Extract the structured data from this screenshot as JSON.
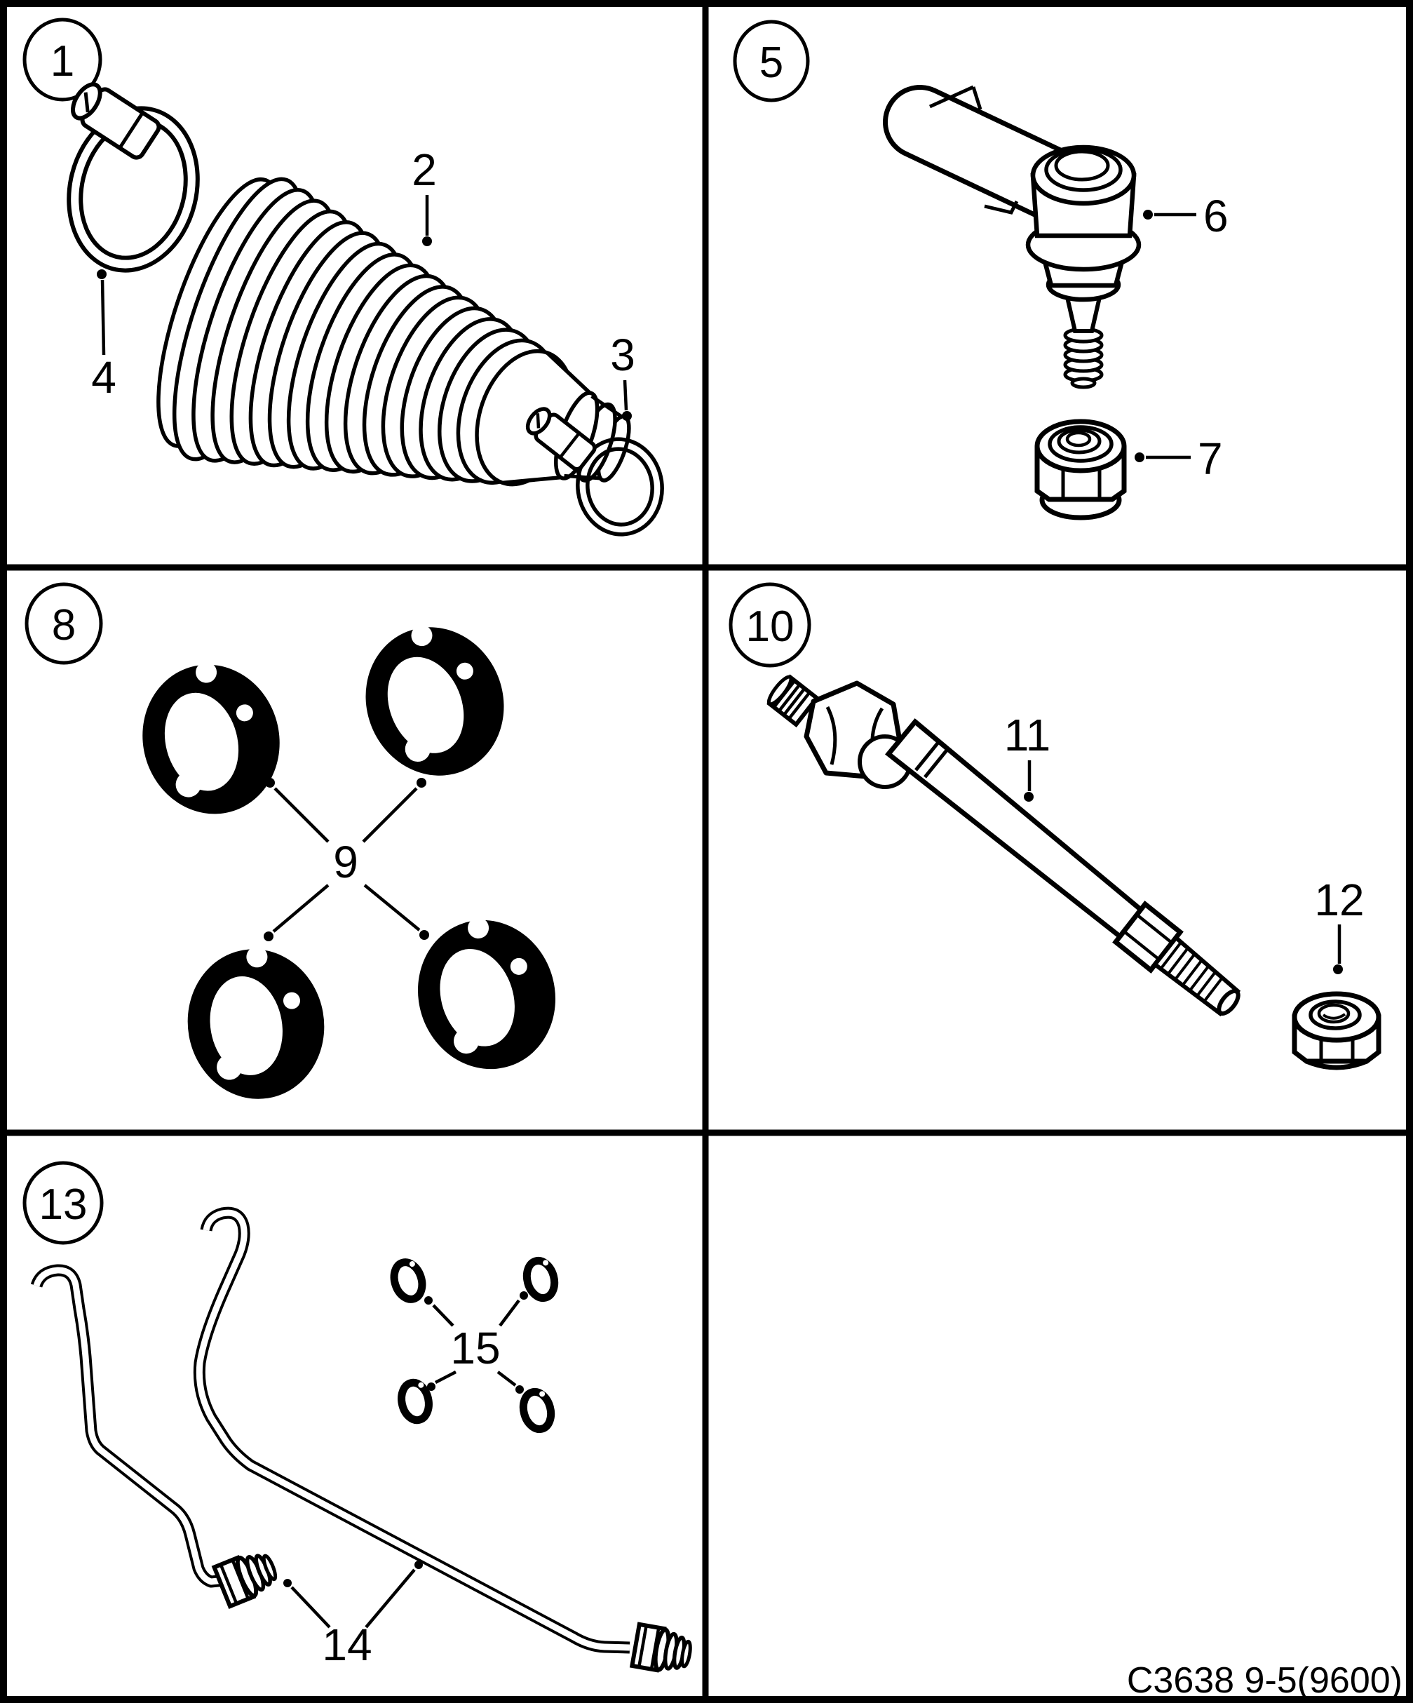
{
  "figure_code": "C3638 9-5(9600)",
  "panels": {
    "p1": {
      "badge": "1",
      "part": "steering-rack-boot-kit",
      "callouts": {
        "c2": "2",
        "c3": "3",
        "c4": "4"
      }
    },
    "p5": {
      "badge": "5",
      "part": "tie-rod-end-kit",
      "callouts": {
        "c6": "6",
        "c7": "7"
      }
    },
    "p8": {
      "badge": "8",
      "part": "lock-washer-set",
      "callouts": {
        "c9": "9"
      }
    },
    "p10": {
      "badge": "10",
      "part": "inner-tie-rod-kit",
      "callouts": {
        "c11": "11",
        "c12": "12"
      }
    },
    "p13": {
      "badge": "13",
      "part": "pressure-pipe-kit",
      "callouts": {
        "c14": "14",
        "c15": "15"
      }
    }
  }
}
